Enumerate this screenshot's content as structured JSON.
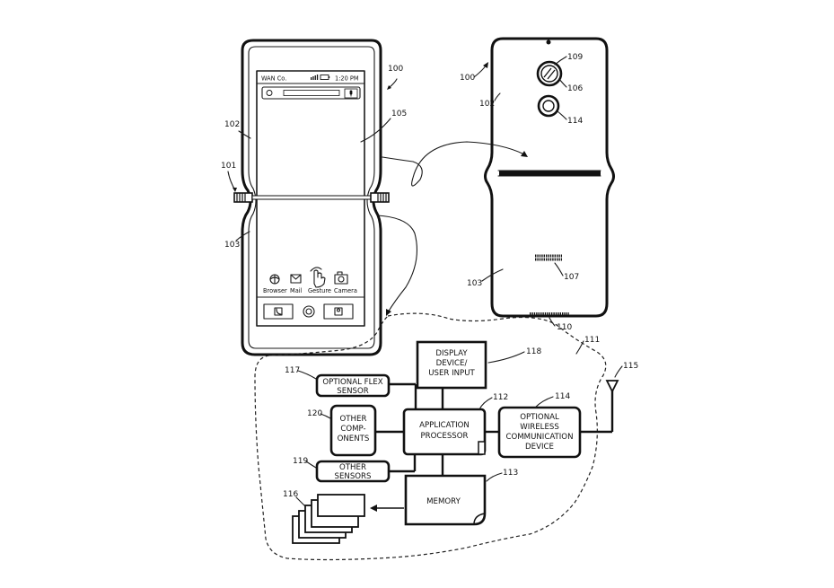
{
  "front_phone": {
    "status_carrier": "WAN Co.",
    "status_time": "1:20 PM",
    "app_labels": [
      "Browser",
      "Mail",
      "Gesture",
      "Camera"
    ]
  },
  "ref_numbers": {
    "r100a": "100",
    "r100b": "100",
    "r101": "101",
    "r102a": "102",
    "r102b": "102",
    "r103a": "103",
    "r103b": "103",
    "r105": "105",
    "r106": "106",
    "r107": "107",
    "r109": "109",
    "r110": "110",
    "r111": "111",
    "r112": "112",
    "r113": "113",
    "r114a": "114",
    "r114b": "114",
    "r115": "115",
    "r116": "116",
    "r117": "117",
    "r118": "118",
    "r119": "119",
    "r120": "120"
  },
  "blocks": {
    "display": [
      "DISPLAY",
      "DEVICE/",
      "USER INPUT"
    ],
    "flex": [
      "OPTIONAL FLEX",
      "SENSOR"
    ],
    "other_components": [
      "OTHER",
      "COMP-",
      "ONENTS"
    ],
    "processor": [
      "APPLICATION",
      "PROCESSOR"
    ],
    "wireless": [
      "OPTIONAL",
      "WIRELESS",
      "COMMUNICATION",
      "DEVICE"
    ],
    "other_sensors": [
      "OTHER",
      "SENSORS"
    ],
    "memory": [
      "MEMORY"
    ]
  }
}
